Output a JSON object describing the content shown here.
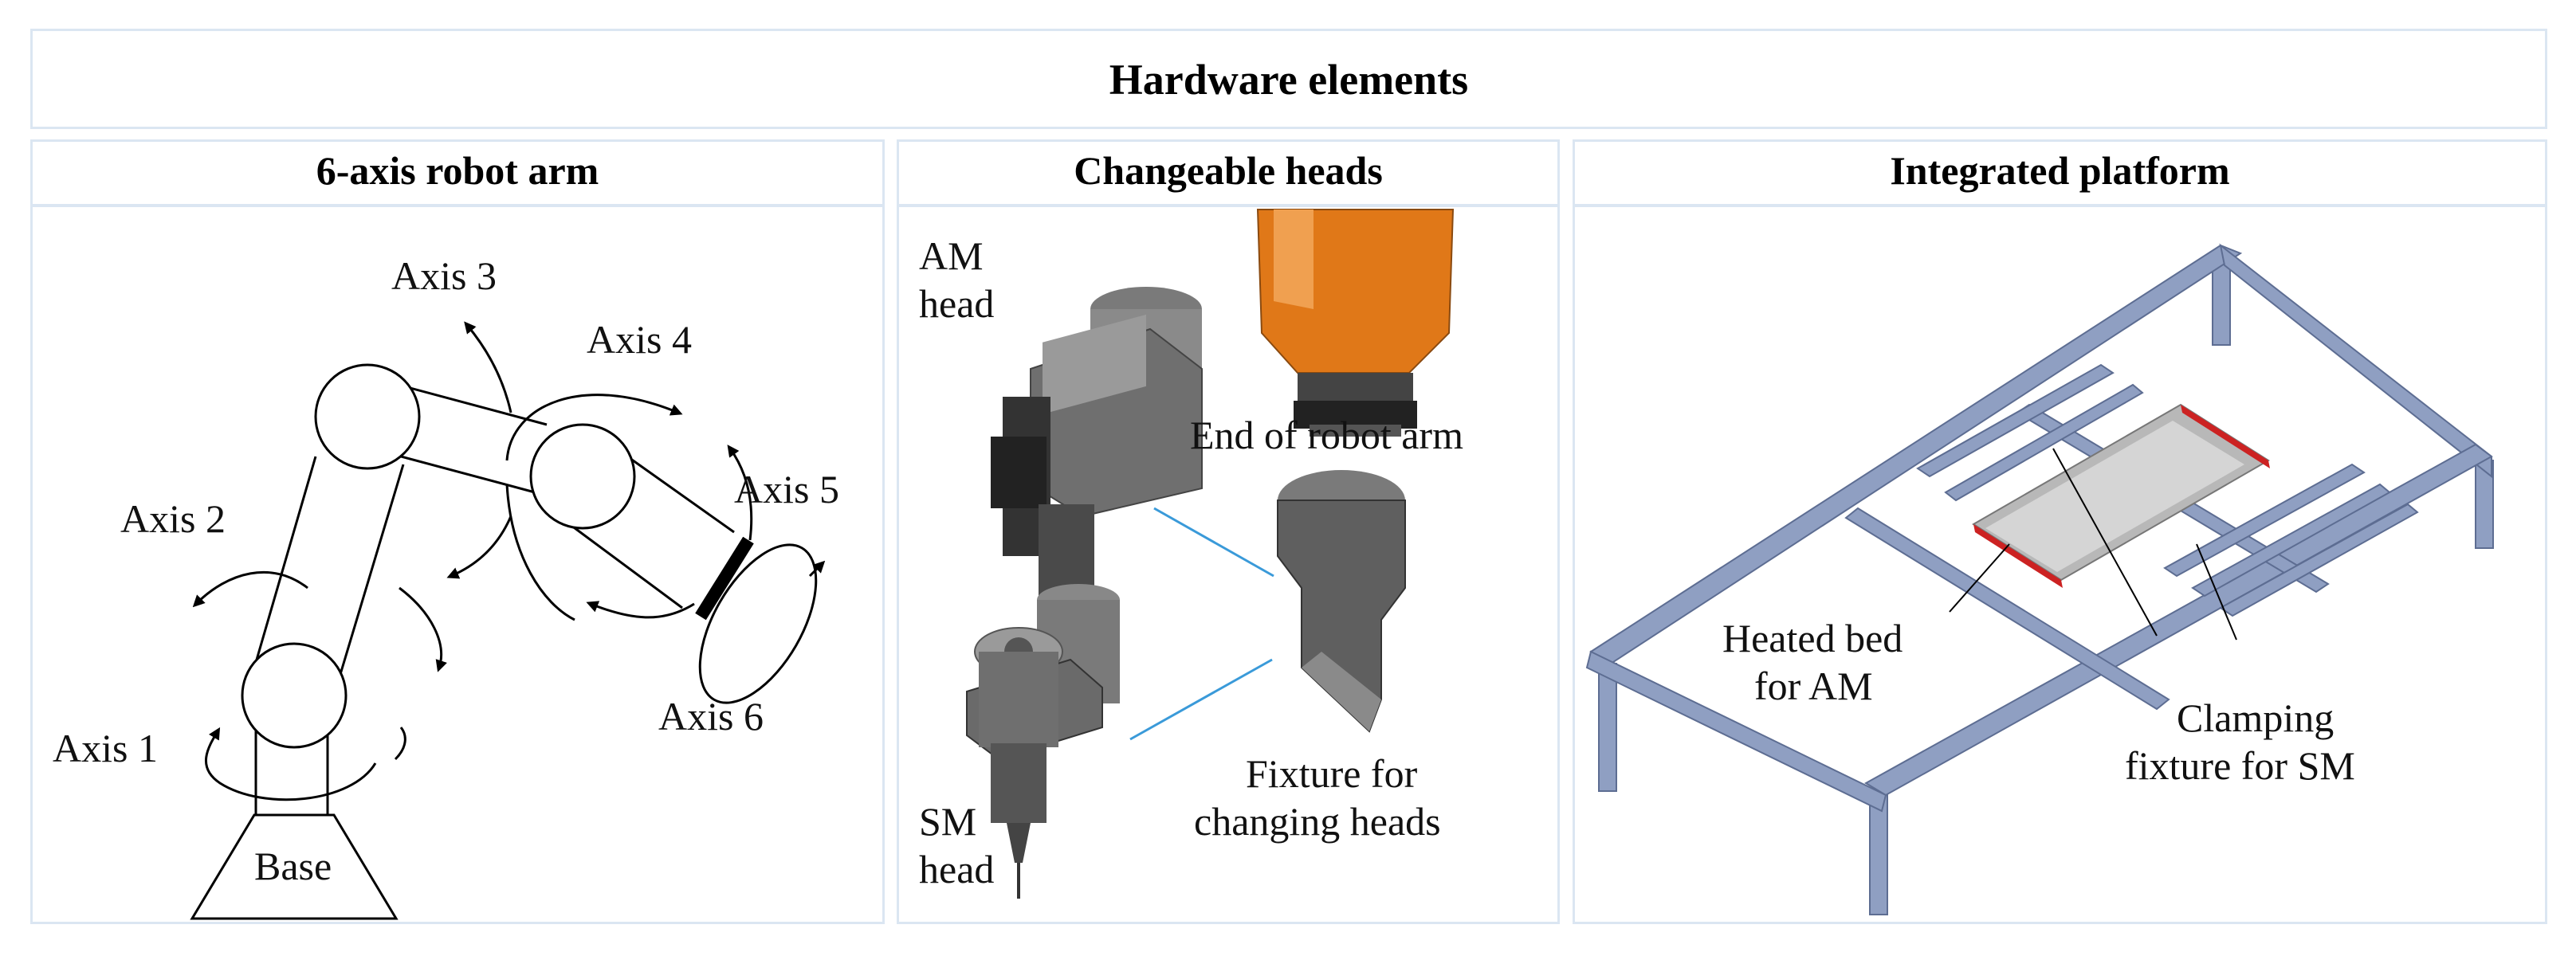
{
  "header": {
    "title": "Hardware elements"
  },
  "panels": [
    {
      "title": "6-axis robot arm",
      "labels": {
        "axis1": "Axis 1",
        "axis2": "Axis 2",
        "axis3": "Axis 3",
        "axis4": "Axis 4",
        "axis5": "Axis 5",
        "axis6": "Axis 6",
        "base": "Base"
      }
    },
    {
      "title": "Changeable heads",
      "labels": {
        "am_head_1": "AM",
        "am_head_2": "head",
        "end_of_arm": "End of robot arm",
        "sm_head_1": "SM",
        "sm_head_2": "head",
        "fixture_1": "Fixture for",
        "fixture_2": "changing heads"
      }
    },
    {
      "title": "Integrated platform",
      "labels": {
        "heated_bed_1": "Heated bed",
        "heated_bed_2": "for AM",
        "clamping_1": "Clamping",
        "clamping_2": "fixture for SM"
      }
    }
  ],
  "colors": {
    "frame_blue": "#8f9fc2",
    "frame_dark": "#5d6d92",
    "robot_orange": "#e07818",
    "clamp_red": "#cc2222",
    "head_gray": "#6f6f6f",
    "panel_border": "#dbe6f2"
  }
}
